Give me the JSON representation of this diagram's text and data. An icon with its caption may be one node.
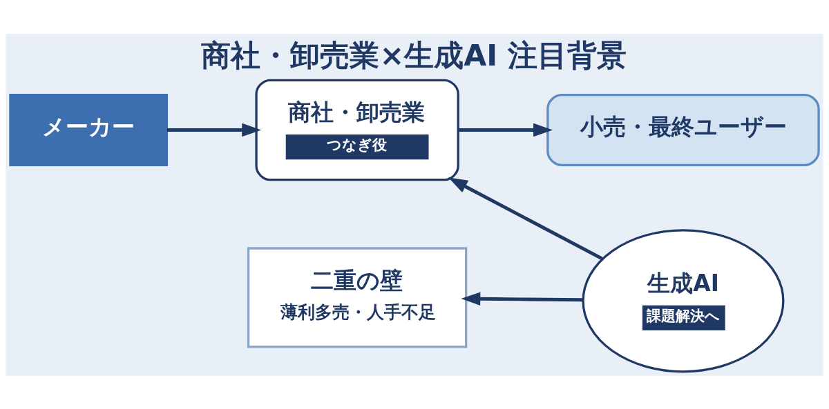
{
  "diagram": {
    "title": "商社・卸売業×生成AI 注目背景",
    "nodes": [
      {
        "text": [
          "メーカー"
        ]
      },
      {
        "text": [
          "商社・卸売業",
          "つなぎ役"
        ]
      },
      {
        "text": [
          "小売・最終ユーザー"
        ]
      },
      {
        "text": [
          "二重の壁",
          "薄利多売・人手不足"
        ]
      },
      {
        "text": [
          "生成AI",
          "課題解決へ"
        ]
      }
    ],
    "edges": [
      {
        "from": 0,
        "to": 1,
        "arrow": "to"
      },
      {
        "from": 1,
        "to": 2,
        "arrow": "to"
      },
      {
        "from": 4,
        "to": 1,
        "arrow": "to"
      },
      {
        "from": 4,
        "to": 3,
        "arrow": "to"
      }
    ]
  }
}
